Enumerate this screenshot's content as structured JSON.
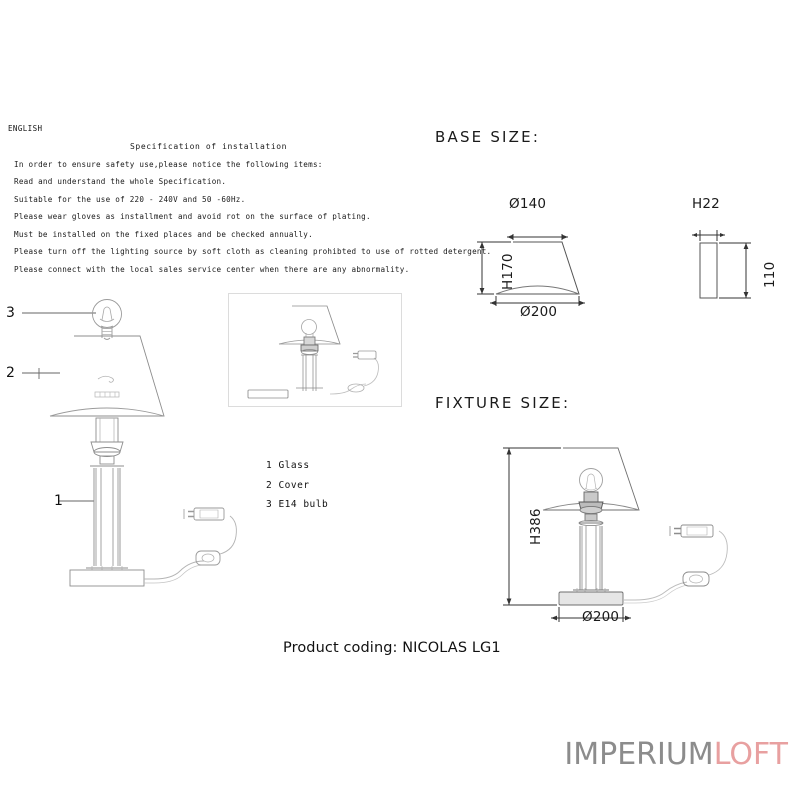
{
  "spec": {
    "language": "ENGLISH",
    "heading": "Specification of installation",
    "lines": [
      "In order to ensure safety use,please notice the following items:",
      "Read and understand the whole Specification.",
      "Suitable for the use of 220 - 240V and 50 -60Hz.",
      "Please wear gloves as installment and avoid rot on the surface of plating.",
      "Must be installed on the fixed places and be checked annually.",
      "Please turn off the lighting source by soft cloth as cleaning prohibted to use of rotted detergent.",
      "Please connect with the local sales service center when there are any abnormality."
    ]
  },
  "base_size": {
    "title": "BASE SIZE:",
    "shade_top_diameter": "Ø140",
    "shade_bottom_diameter": "Ø200",
    "shade_height": "H170",
    "plate_width": "H22",
    "plate_height": "110"
  },
  "fixture_size": {
    "title": "FIXTURE SIZE:",
    "total_height": "H386",
    "base_diameter": "Ø200"
  },
  "exploded": {
    "callouts": [
      "3",
      "2",
      "1"
    ]
  },
  "legend": {
    "items": [
      "1 Glass",
      "2 Cover",
      "3 E14 bulb"
    ]
  },
  "product_coding": "Product coding: NICOLAS LG1",
  "logo": {
    "primary": "IMPERIUM",
    "accent": "LOFT",
    "primary_color": "#8c8c8c",
    "accent_color": "#e8a0a0"
  },
  "colors": {
    "line": "#333333",
    "light_line": "#9a9a9a",
    "frame": "#dcdcdc",
    "background": "#ffffff"
  }
}
